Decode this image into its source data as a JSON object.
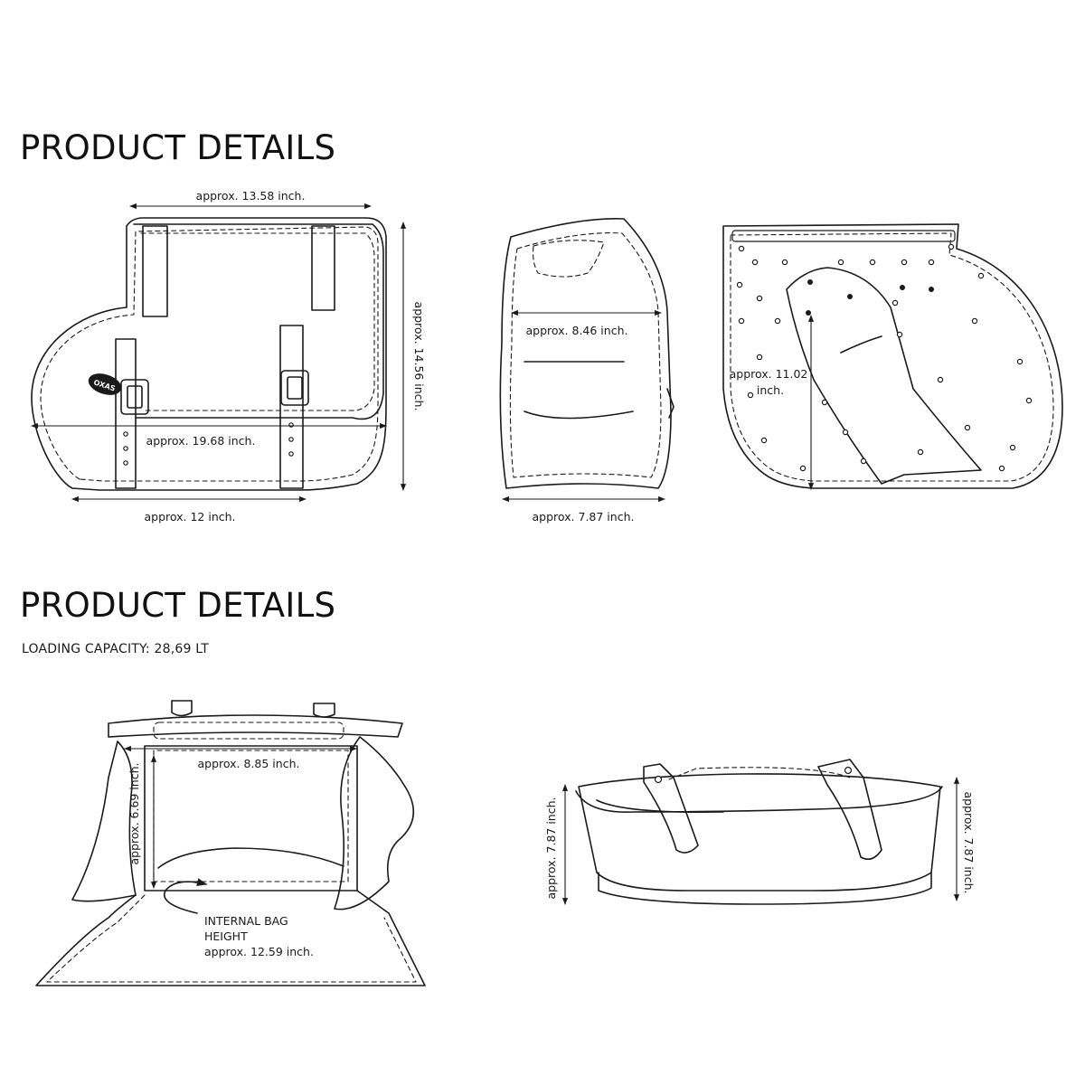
{
  "headings": {
    "top": "PRODUCT DETAILS",
    "bottom": "PRODUCT DETAILS"
  },
  "loading_capacity": "LOADING CAPACITY: 28,69 LT",
  "front_view": {
    "top_width": "approx. 13.58 inch.",
    "height": "approx. 14.56 inch.",
    "full_width": "approx. 19.68 inch.",
    "bottom_width": "approx. 12 inch.",
    "logo_text": "OXAS"
  },
  "side_view": {
    "depth": "approx. 8.46 inch.",
    "bottom_depth": "approx. 7.87 inch."
  },
  "back_view": {
    "height_line1": "approx. 11.02",
    "height_line2": "inch."
  },
  "open_view": {
    "inner_width": "approx. 8.85 inch.",
    "inner_height": "approx. 6.69 inch.",
    "internal_line1": "INTERNAL BAG",
    "internal_line2": "HEIGHT",
    "internal_line3": "approx. 12.59 inch."
  },
  "top_view": {
    "left_height": "approx. 7.87 inch.",
    "right_height": "approx. 7.87 inch."
  }
}
